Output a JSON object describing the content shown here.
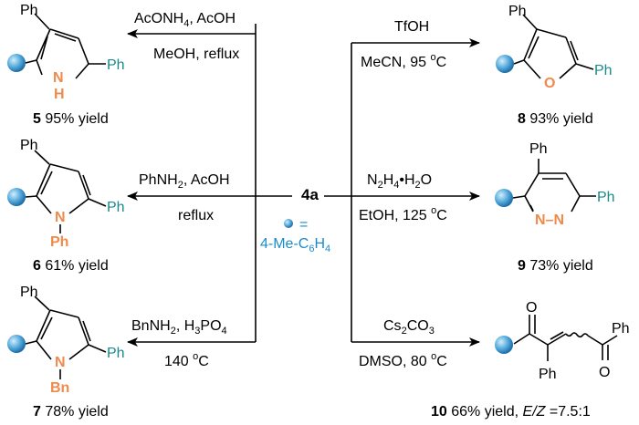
{
  "center": {
    "label": "4a",
    "legend_eq": "=",
    "legend_text": "4-Me-C",
    "legend_sub1": "6",
    "legend_mid": "H",
    "legend_sub2": "4"
  },
  "reactions": {
    "r5": {
      "cond1": "AcONH",
      "cond1_sub": "4",
      "cond1_tail": ", AcOH",
      "cond2": "MeOH, reflux",
      "num": "5",
      "yield": " 95% yield"
    },
    "r6": {
      "cond1": "PhNH",
      "cond1_sub": "2",
      "cond1_tail": ", AcOH",
      "cond2": "reflux",
      "num": "6",
      "yield": " 61% yield"
    },
    "r7": {
      "cond1": "BnNH",
      "cond1_sub": "2",
      "cond1_mid": ", H",
      "cond1_sub2": "3",
      "cond1_tail": "PO",
      "cond1_sub3": "4",
      "cond2": "140 ",
      "cond2_sup": "o",
      "cond2_tail": "C",
      "num": "7",
      "yield": " 78% yield"
    },
    "r8": {
      "cond1": "TfOH",
      "cond2": "MeCN, 95 ",
      "cond2_sup": "o",
      "cond2_tail": "C",
      "num": "8",
      "yield": " 93% yield"
    },
    "r9": {
      "cond1": "N",
      "cond1_sub": "2",
      "cond1_mid": "H",
      "cond1_sub2": "4",
      "cond1_tail": "•H",
      "cond1_sub3": "2",
      "cond1_end": "O",
      "cond2": "EtOH, 125 ",
      "cond2_sup": "o",
      "cond2_tail": "C",
      "num": "9",
      "yield": " 73% yield"
    },
    "r10": {
      "cond1": "Cs",
      "cond1_sub": "2",
      "cond1_mid": "CO",
      "cond1_sub2": "3",
      "cond2": "DMSO, 80 ",
      "cond2_sup": "o",
      "cond2_tail": "C",
      "num": "10",
      "yield": " 66% yield, ",
      "ez": "E/Z",
      "ratio": " =7.5:1"
    }
  },
  "atoms": {
    "ph": "Ph",
    "nh_n": "N",
    "nh_h": "H",
    "o": "O",
    "n": "N",
    "bn": "Bn",
    "nn": "N–N",
    "carbonyl_o": "O"
  },
  "colors": {
    "arrow": "#000000",
    "teal": "#1a8a8a",
    "orange": "#f08a4b",
    "legend": "#1a8cc8",
    "sphere": "#4da3d6"
  }
}
